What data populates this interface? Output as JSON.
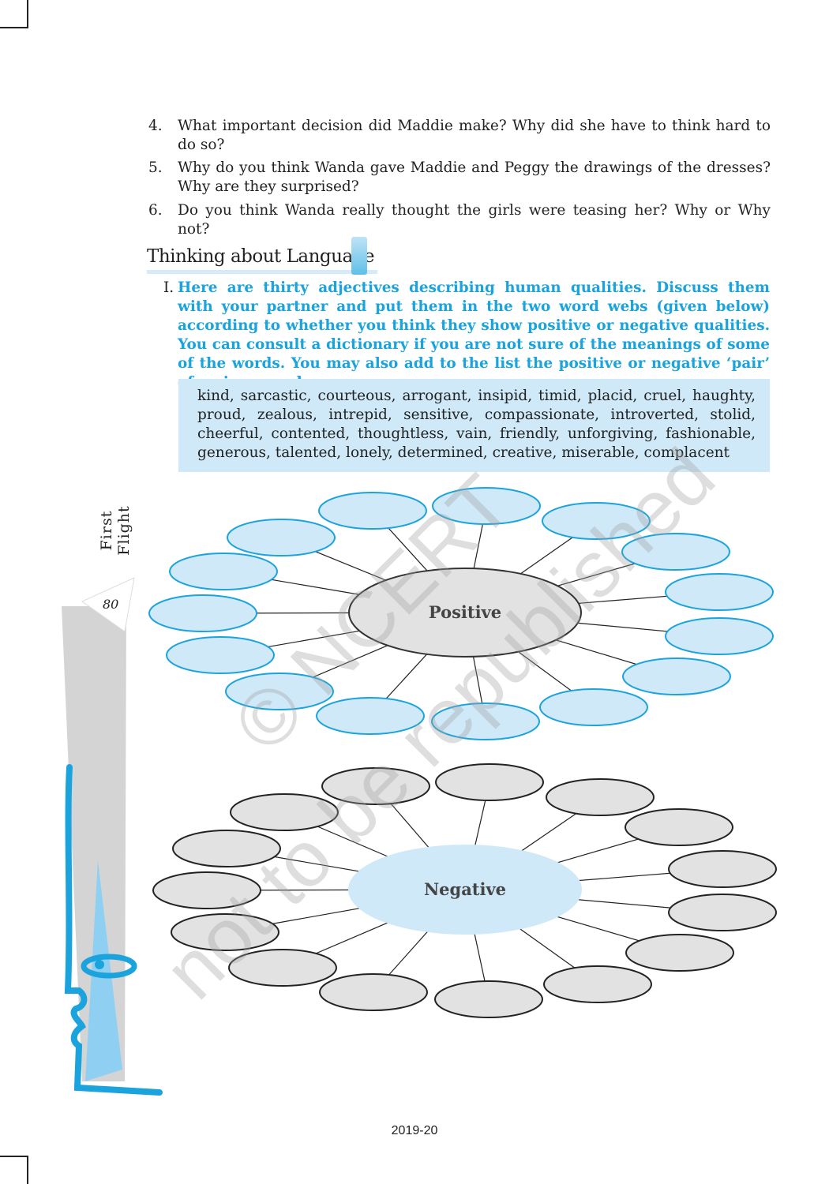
{
  "questions": [
    {
      "num": "4.",
      "text": "What important decision did Maddie make? Why did she have to think hard to do so?"
    },
    {
      "num": "5.",
      "text": "Why do you think Wanda gave Maddie and Peggy the drawings of the dresses? Why are they surprised?"
    },
    {
      "num": "6.",
      "text": "Do you think Wanda really thought the girls were teasing her? Why or Why not?"
    }
  ],
  "section_heading": "Thinking about Language",
  "instruction": {
    "num": "I.",
    "text": "Here are thirty adjectives describing human qualities. Discuss them with your partner and put them in the two word webs (given below) according to whether you think they show positive or negative qualities. You can consult a dictionary if you are not sure of the meanings of some of the words. You may also add to the list the positive or negative ‘pair’ of a given word."
  },
  "word_list": "kind, sarcastic, courteous, arrogant, insipid, timid, placid, cruel, haughty, proud, zealous, intrepid, sensitive, compassionate, introverted, stolid, cheerful, contented, thoughtless, vain, friendly, unforgiving, fashionable, generous, talented, lonely, determined, creative,  miserable, complacent",
  "webs": {
    "positive_label": "Positive",
    "negative_label": "Negative",
    "slots_per_web": 15
  },
  "colors": {
    "accent": "#1aa3dd",
    "light_blue": "#cfe9f8",
    "grey": "#e2e2e2"
  },
  "book_title": "First Flight",
  "page_number": "80",
  "footer": "2019-20",
  "watermark": {
    "line1": "© NCERT",
    "line2": "not to be republished"
  }
}
